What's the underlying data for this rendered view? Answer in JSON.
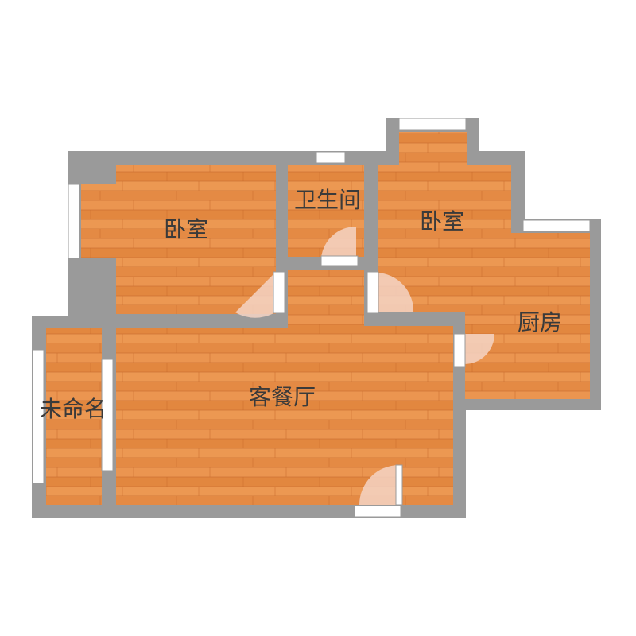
{
  "rooms": {
    "bedroom_left": "卧室",
    "bathroom": "卫生间",
    "bedroom_right": "卧室",
    "kitchen": "厨房",
    "living_dining": "客餐厅",
    "unnamed": "未命名"
  },
  "colors": {
    "wall": "#9a9a9a",
    "floor": "#e8904a",
    "floor_dark": "#d9773a",
    "floor_light": "#f0a260",
    "window": "#ffffff",
    "door_leaf": "#ffffff",
    "door_swing": "#f4d3c4",
    "label": "#3a3a3a"
  }
}
